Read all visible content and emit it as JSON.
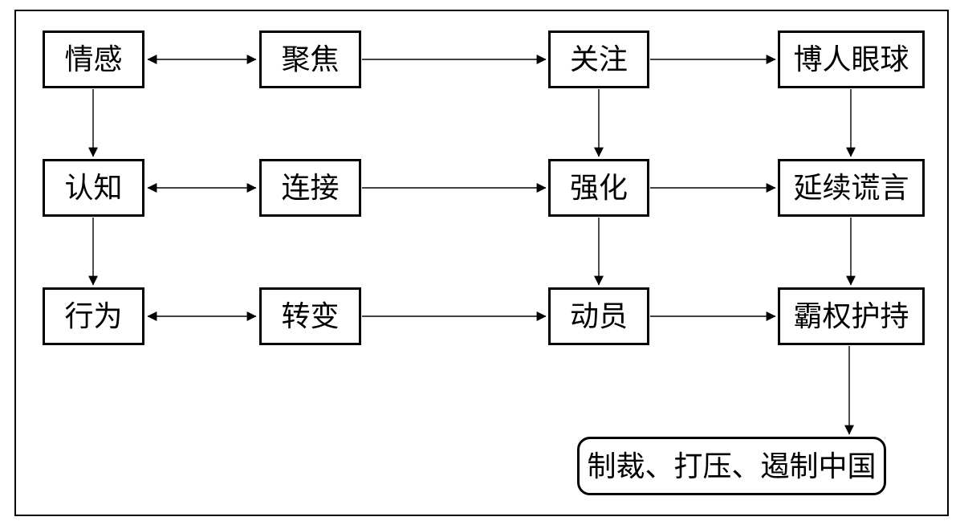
{
  "diagram": {
    "rows": [
      {
        "cells": [
          {
            "id": "emotion",
            "label": "情感"
          },
          {
            "id": "focus",
            "label": "聚焦"
          },
          {
            "id": "attention",
            "label": "关注"
          },
          {
            "id": "eye-catching",
            "label": "博人眼球"
          }
        ]
      },
      {
        "cells": [
          {
            "id": "cognition",
            "label": "认知"
          },
          {
            "id": "connection",
            "label": "连接"
          },
          {
            "id": "reinforcement",
            "label": "强化"
          },
          {
            "id": "perpetuate-lies",
            "label": "延续谎言"
          }
        ]
      },
      {
        "cells": [
          {
            "id": "behavior",
            "label": "行为"
          },
          {
            "id": "transformation",
            "label": "转变"
          },
          {
            "id": "mobilization",
            "label": "动员"
          },
          {
            "id": "hegemony-preservation",
            "label": "霸权护持"
          }
        ]
      }
    ],
    "outcome": {
      "id": "outcome",
      "label": "制裁、打压、遏制中国"
    },
    "edges": [
      {
        "from": "情感",
        "to": "聚焦",
        "type": "bidirectional"
      },
      {
        "from": "聚焦",
        "to": "关注",
        "type": "directed"
      },
      {
        "from": "关注",
        "to": "博人眼球",
        "type": "directed"
      },
      {
        "from": "认知",
        "to": "连接",
        "type": "bidirectional"
      },
      {
        "from": "连接",
        "to": "强化",
        "type": "directed"
      },
      {
        "from": "强化",
        "to": "延续谎言",
        "type": "directed"
      },
      {
        "from": "行为",
        "to": "转变",
        "type": "bidirectional"
      },
      {
        "from": "转变",
        "to": "动员",
        "type": "directed"
      },
      {
        "from": "动员",
        "to": "霸权护持",
        "type": "directed"
      },
      {
        "from": "情感",
        "to": "认知",
        "type": "directed"
      },
      {
        "from": "认知",
        "to": "行为",
        "type": "directed"
      },
      {
        "from": "关注",
        "to": "强化",
        "type": "directed"
      },
      {
        "from": "强化",
        "to": "动员",
        "type": "directed"
      },
      {
        "from": "博人眼球",
        "to": "延续谎言",
        "type": "directed"
      },
      {
        "from": "延续谎言",
        "to": "霸权护持",
        "type": "directed"
      },
      {
        "from": "霸权护持",
        "to": "制裁、打压、遏制中国",
        "type": "directed"
      }
    ],
    "colors": {
      "line": "#000000",
      "background": "#ffffff"
    }
  }
}
